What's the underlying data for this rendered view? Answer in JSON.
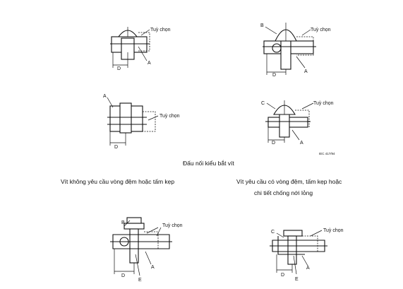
{
  "figures": [
    {
      "id": "fig1",
      "labels": {
        "option": "Tuỳ chọn",
        "dim": "D",
        "a": "A"
      }
    },
    {
      "id": "fig2",
      "labels": {
        "option": "Tuỳ chọn",
        "dim": "D",
        "a": "A",
        "b": "B"
      }
    },
    {
      "id": "fig3",
      "labels": {
        "option": "Tuỳ chọn",
        "dim": "D",
        "a": "A"
      }
    },
    {
      "id": "fig4",
      "labels": {
        "option": "Tuỳ chọn",
        "dim": "D",
        "a": "A",
        "c": "C"
      }
    },
    {
      "id": "fig5",
      "labels": {
        "option": "Tuỳ chọn",
        "dim": "D",
        "a": "A",
        "b": "B",
        "e": "E"
      }
    },
    {
      "id": "fig6",
      "labels": {
        "option": "Tuỳ chọn",
        "dim": "D",
        "a": "A",
        "c": "C",
        "e": "E"
      }
    }
  ],
  "ref_code": "IEC 417/94",
  "title": "Đấu nối kiểu bắt vít",
  "caption_left": "Vít không yêu cầu vòng đệm hoặc tấm kẹp",
  "caption_right_line1": "Vít yêu cầu có vòng đệm, tấm kẹp hoặc",
  "caption_right_line2": "chi tiết chống nới lỏng"
}
